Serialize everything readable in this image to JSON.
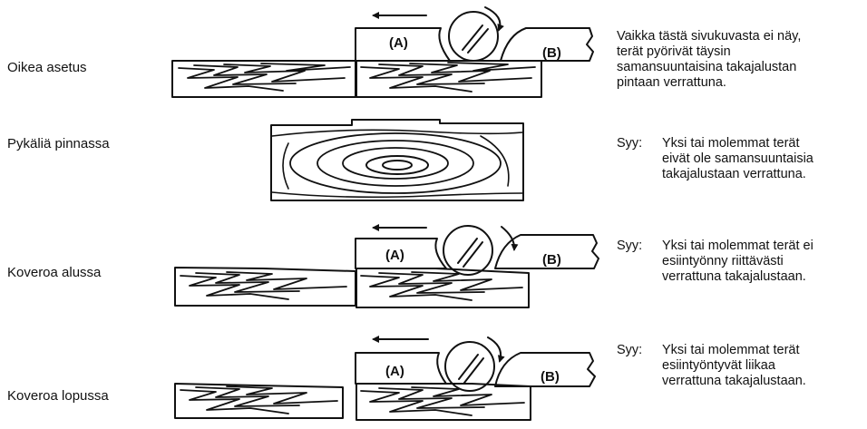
{
  "rows": [
    {
      "label": "Oikea asetus",
      "note": {
        "prefix": "",
        "lines": [
          "Vaikka tästä sivukuvasta ei näy,",
          "terät pyörivät täysin",
          "samansuuntaisina takajalustan",
          "pintaan verrattuna."
        ]
      }
    },
    {
      "label": "Pykäliä pinnassa",
      "note": {
        "prefix": "Syy:",
        "lines": [
          "Yksi tai molemmat terät",
          "eivät ole samansuuntaisia",
          "takajalustaan verrattuna."
        ]
      }
    },
    {
      "label": "Koveroa alussa",
      "note": {
        "prefix": "Syy:",
        "lines": [
          "Yksi tai molemmat terät ei",
          "esiintyönny riittävästi",
          "verrattuna takajalustaan."
        ]
      }
    },
    {
      "label": "Koveroa lopussa",
      "note": {
        "prefix": "Syy:",
        "lines": [
          "Yksi tai molemmat terät",
          "esiintyöntyvät liikaa",
          "verrattuna takajalustaan."
        ]
      }
    }
  ],
  "table_labels": {
    "a": "(A)",
    "b": "(B)"
  }
}
